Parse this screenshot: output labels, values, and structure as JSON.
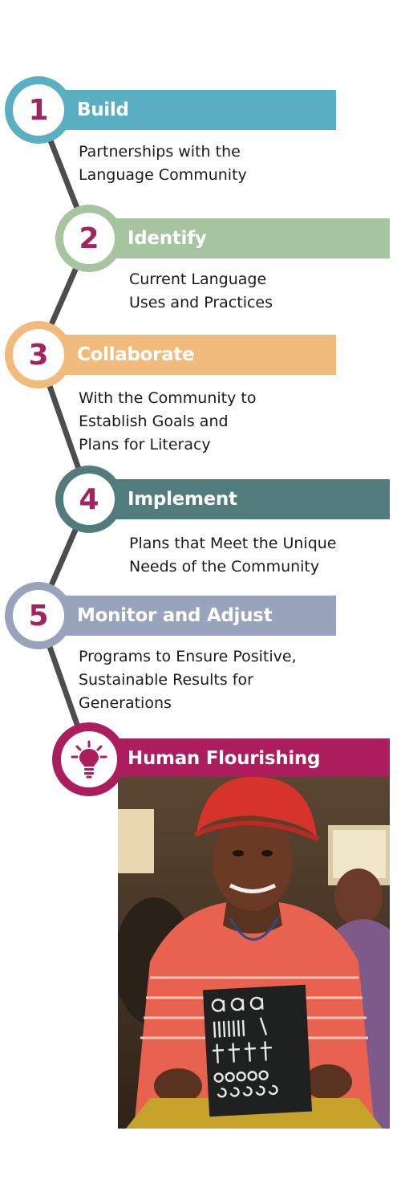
{
  "steps": [
    {
      "number": "1",
      "title": "Build",
      "lines": [
        "Partnerships with the",
        "Language Community"
      ],
      "color": "#5aafc2"
    },
    {
      "number": "2",
      "title": "Identify",
      "lines": [
        "Current Language",
        "Uses and Practices"
      ],
      "color": "#a7c4a0"
    },
    {
      "number": "3",
      "title": "Collaborate",
      "lines": [
        "With the Community to",
        "Establish Goals and",
        "Plans for Literacy"
      ],
      "color": "#f1bb7b"
    },
    {
      "number": "4",
      "title": "Implement",
      "lines": [
        "Plans that Meet the Unique",
        "Needs of the Community"
      ],
      "color": "#527b7c"
    },
    {
      "number": "5",
      "title": "Monitor and Adjust",
      "lines": [
        "Programs to Ensure Positive,",
        "Sustainable Results for",
        "Generations"
      ],
      "color": "#97a4bc"
    }
  ],
  "outcome": {
    "title": "Human Flourishing",
    "icon": "lightbulb-icon",
    "color": "#ab1d5d"
  },
  "colors": {
    "number_text": "#a0245e",
    "connector": "#4d4d4d"
  }
}
